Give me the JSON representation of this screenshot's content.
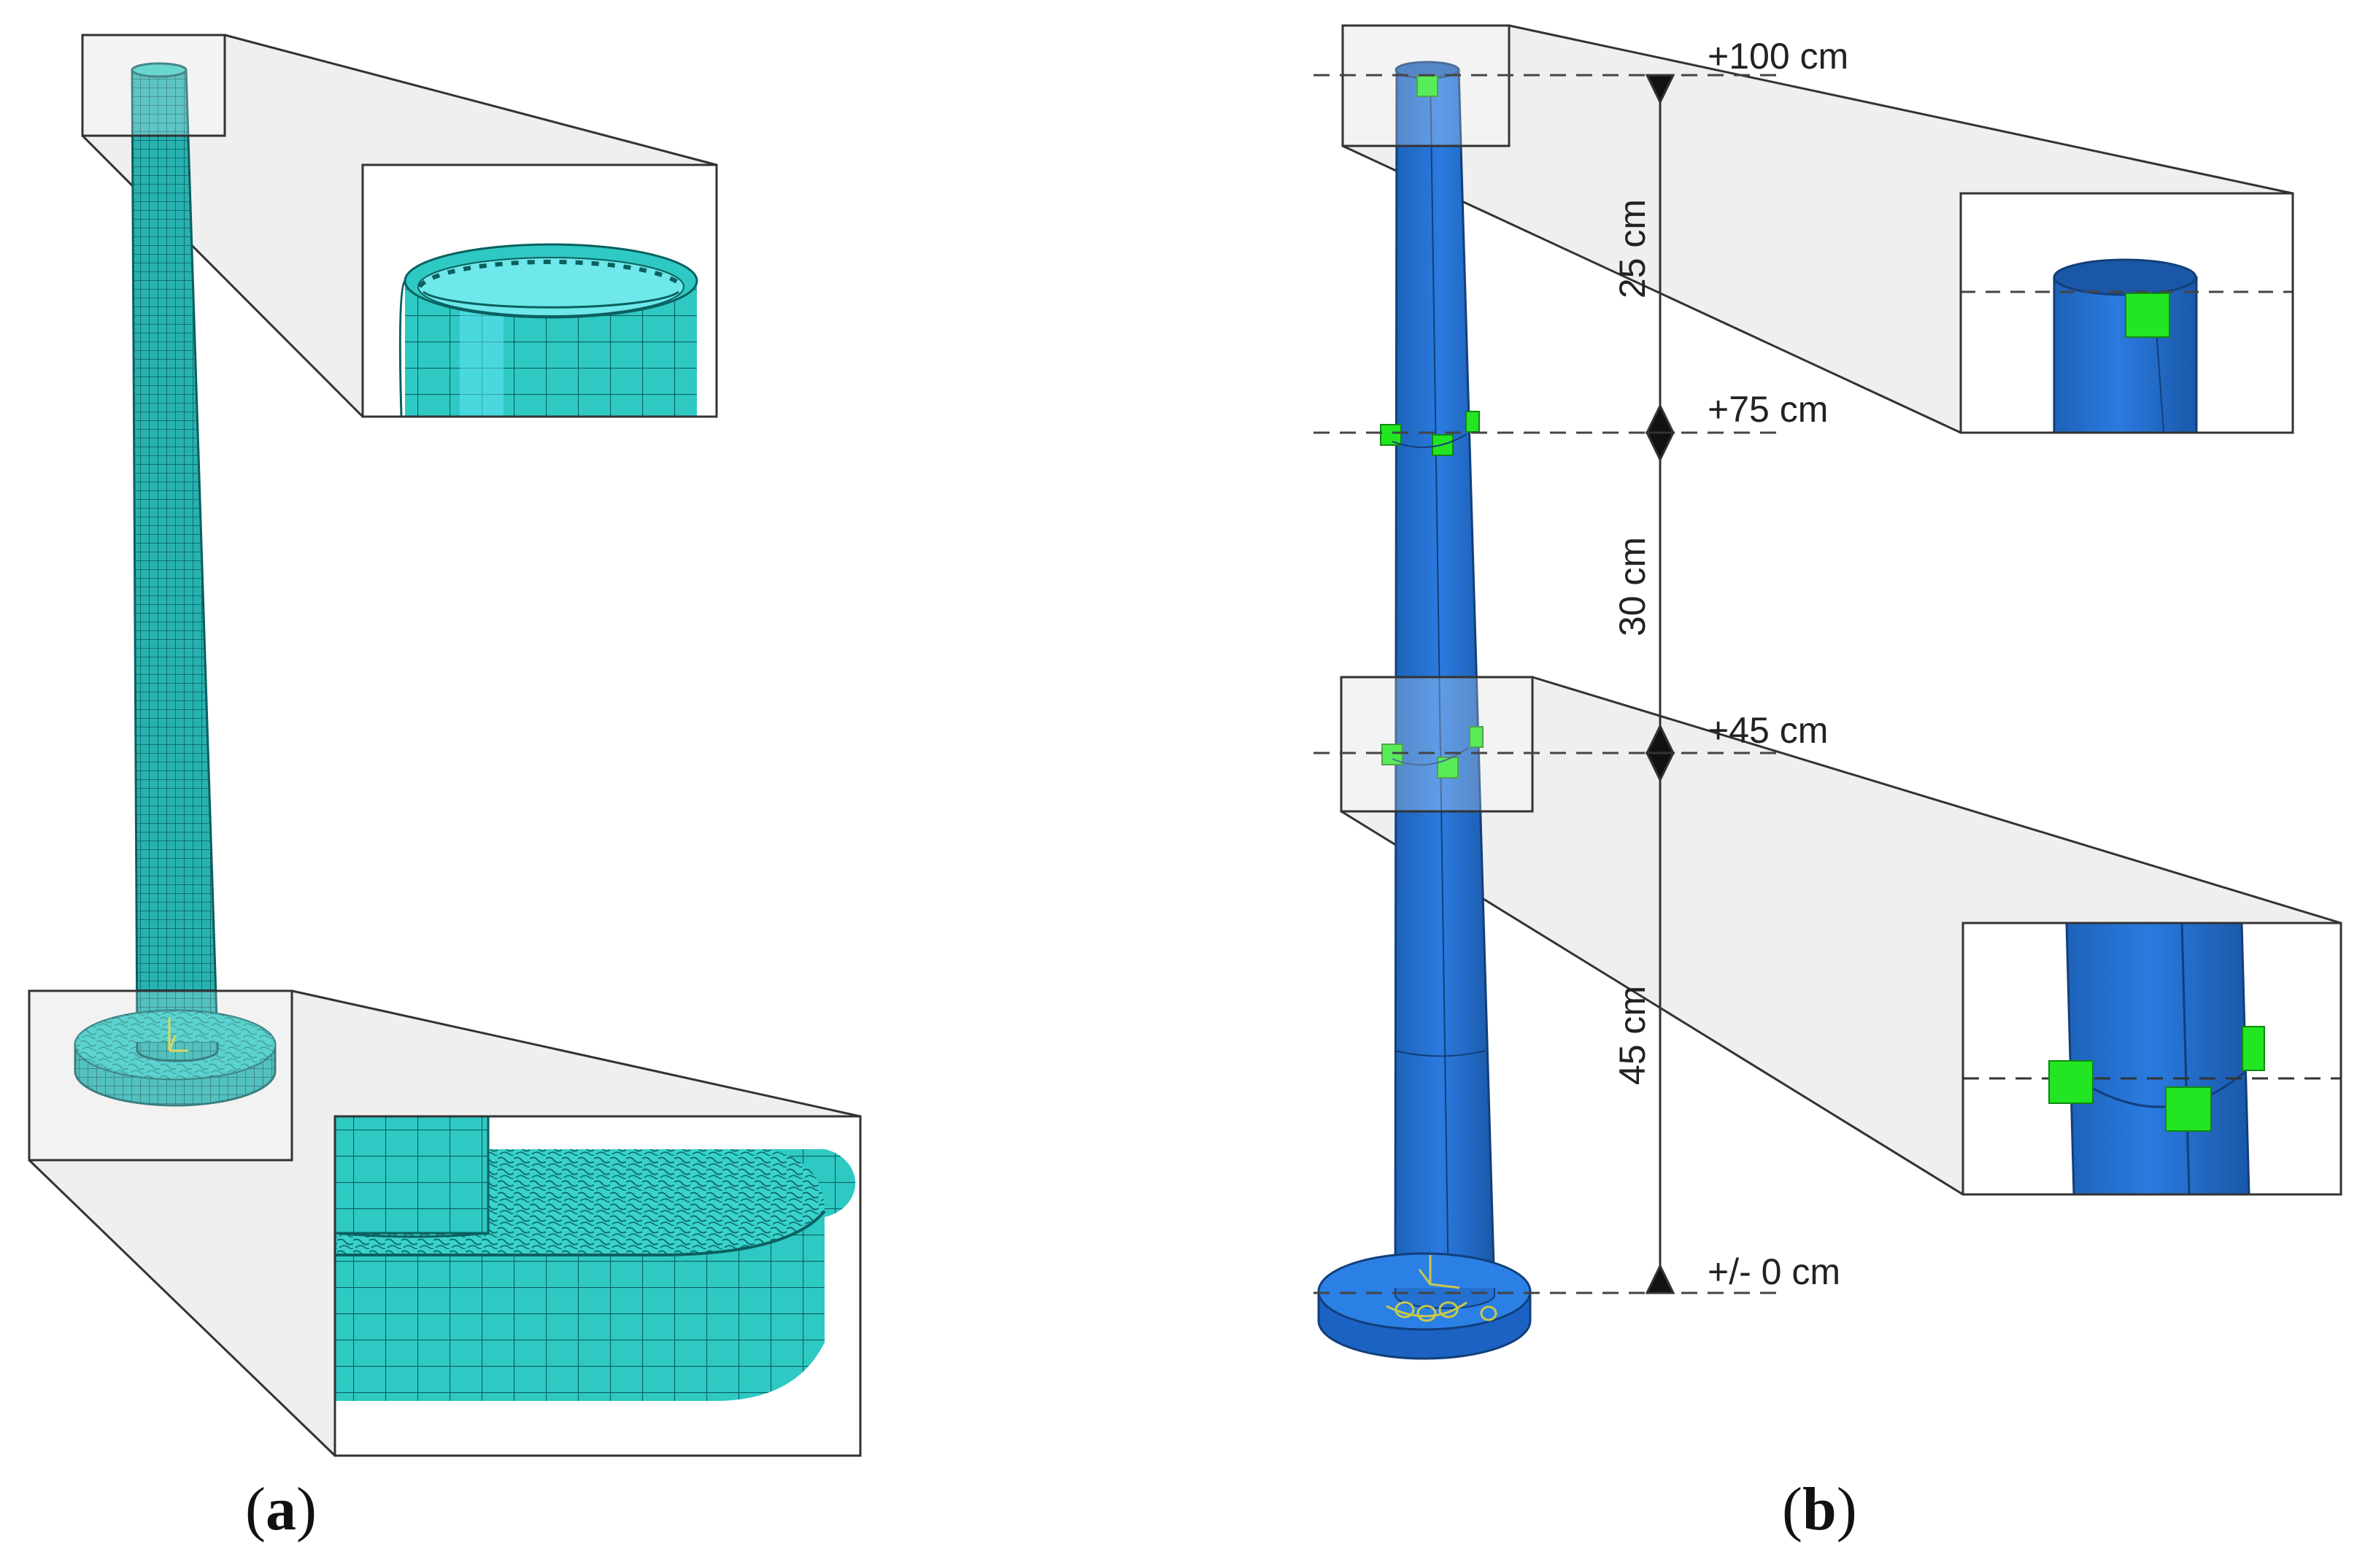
{
  "panels": {
    "a": {
      "open": "(",
      "letter": "a",
      "close": ")"
    },
    "b": {
      "open": "(",
      "letter": "b",
      "close": ")"
    }
  },
  "levels": {
    "top": "+100 cm",
    "upper": "+75 cm",
    "middle": "+45 cm",
    "base": "+/- 0 cm"
  },
  "dimensions": {
    "d1": "25 cm",
    "d2": "30 cm",
    "d3": "45 cm"
  },
  "colors": {
    "mesh_teal": "#1fb3b3",
    "mesh_line": "#0a5c5c",
    "model_blue": "#1f6fd1",
    "sensor_green": "#22e622",
    "zoom_fill": "#e6e6e6"
  }
}
